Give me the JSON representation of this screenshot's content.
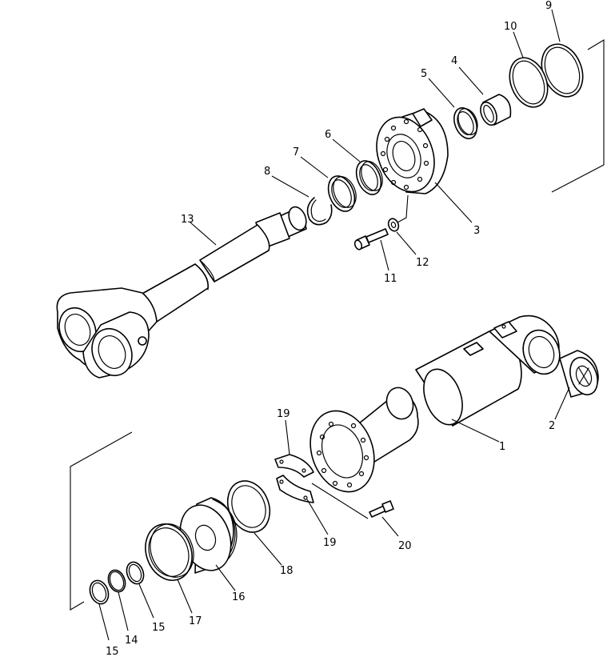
{
  "diagram": {
    "callouts": [
      {
        "id": "1",
        "text": "1"
      },
      {
        "id": "2",
        "text": "2"
      },
      {
        "id": "3",
        "text": "3"
      },
      {
        "id": "4",
        "text": "4"
      },
      {
        "id": "5",
        "text": "5"
      },
      {
        "id": "6",
        "text": "6"
      },
      {
        "id": "7",
        "text": "7"
      },
      {
        "id": "8",
        "text": "8"
      },
      {
        "id": "9",
        "text": "9"
      },
      {
        "id": "10",
        "text": "10"
      },
      {
        "id": "11",
        "text": "11"
      },
      {
        "id": "12",
        "text": "12"
      },
      {
        "id": "13",
        "text": "13"
      },
      {
        "id": "14",
        "text": "14"
      },
      {
        "id": "15a",
        "text": "15"
      },
      {
        "id": "15b",
        "text": "15"
      },
      {
        "id": "16",
        "text": "16"
      },
      {
        "id": "17",
        "text": "17"
      },
      {
        "id": "18",
        "text": "18"
      },
      {
        "id": "19a",
        "text": "19"
      },
      {
        "id": "19b",
        "text": "19"
      },
      {
        "id": "20",
        "text": "20"
      }
    ]
  }
}
